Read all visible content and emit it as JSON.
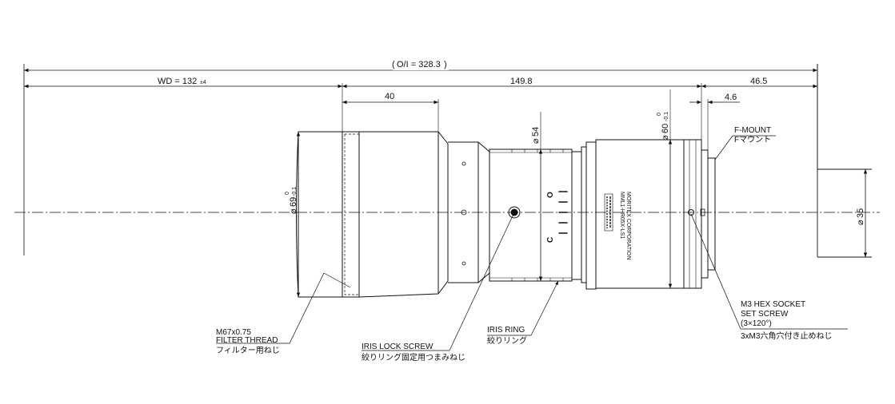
{
  "dimensions": {
    "oi": "O/I = 328.3",
    "wd": "WD = 132",
    "wd_tol": "±4",
    "body_len": "149.8",
    "mount_len": "46.5",
    "front_len": "40",
    "flange": "4.6",
    "dia_front": "69",
    "dia_front_tol_up": "0",
    "dia_front_tol_lo": "-0.1",
    "dia_iris": "54",
    "dia_rear": "60",
    "dia_rear_tol_up": "0",
    "dia_rear_tol_lo": "-0.1",
    "dia_object": "35",
    "dia_symbol": "⌀"
  },
  "callouts": {
    "filter_line1": "M67x0.75",
    "filter_line2": "FILTER THREAD",
    "filter_line3": "フィルター用ねじ",
    "iris_lock_line1": "IRIS LOCK SCREW",
    "iris_lock_line2": "絞りリング固定用つまみねじ",
    "iris_ring_line1": "IRIS RING",
    "iris_ring_line2": "絞りリング",
    "hex_line1": "M3 HEX SOCKET",
    "hex_line2": "SET SCREW",
    "hex_line3": "(3×120°)",
    "hex_line4": "3xM3六角穴付き止めねじ",
    "fmount_line1": "F-MOUNT",
    "fmount_line2": "Fマウント"
  },
  "iris_marks": {
    "open": "O",
    "close": "C"
  },
  "engraving": {
    "line1": "MML1-HR05X-LS1",
    "line2": "MORITEX CORPORATION"
  }
}
